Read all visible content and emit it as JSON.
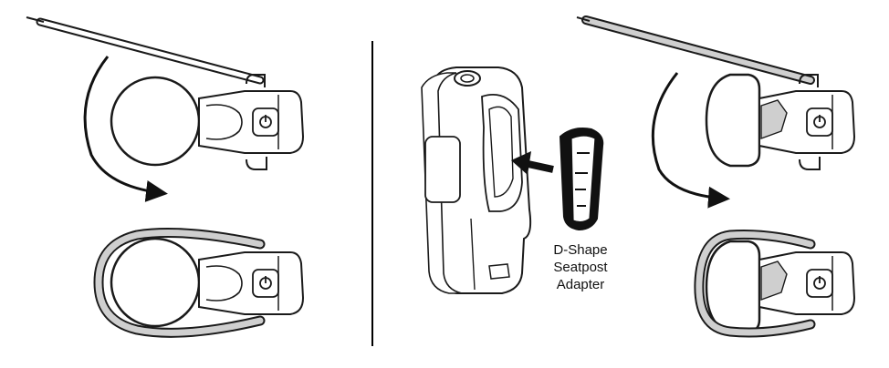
{
  "label": {
    "line1": "D-Shape",
    "line2": "Seatpost",
    "line3": "Adapter"
  },
  "colors": {
    "ink": "#1a1a1a",
    "strap": "#cfcfcf",
    "arrow": "#111111",
    "divider": "#000000",
    "mount_fill": "#ffffff",
    "adapter": "#111111"
  },
  "icons": [
    "power-icon",
    "curved-arrow",
    "straight-arrow"
  ]
}
